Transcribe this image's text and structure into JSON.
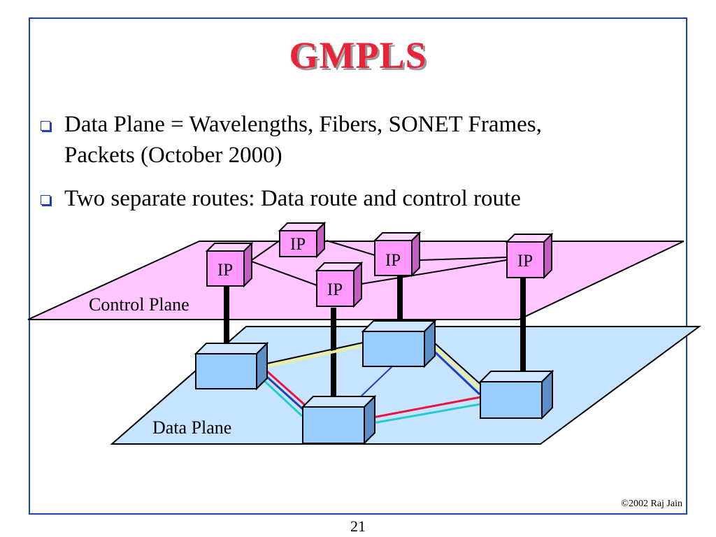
{
  "slide": {
    "title": "GMPLS",
    "bullets": [
      {
        "line1": "Data Plane = Wavelengths, Fibers, SONET Frames,",
        "line2": "Packets (October 2000)"
      },
      {
        "line1": "Two separate routes: Data route and control route"
      }
    ],
    "footer": "©2002 Raj Jain",
    "page_number": "21"
  },
  "diagram": {
    "control_plane_label": "Control Plane",
    "data_plane_label": "Data Plane",
    "router_label": "IP",
    "colors": {
      "title": "#e8243b",
      "frame": "#1f3fbf",
      "control_plane": "#ffc6ff",
      "data_plane": "#c6e4ff",
      "ip_box": "#ff99ff",
      "switch_box": "#99ccff",
      "link_red": "#e8143c",
      "link_blue": "#1f3fbf",
      "link_cyan": "#22cccc",
      "link_yellow": "#eeee99"
    }
  }
}
